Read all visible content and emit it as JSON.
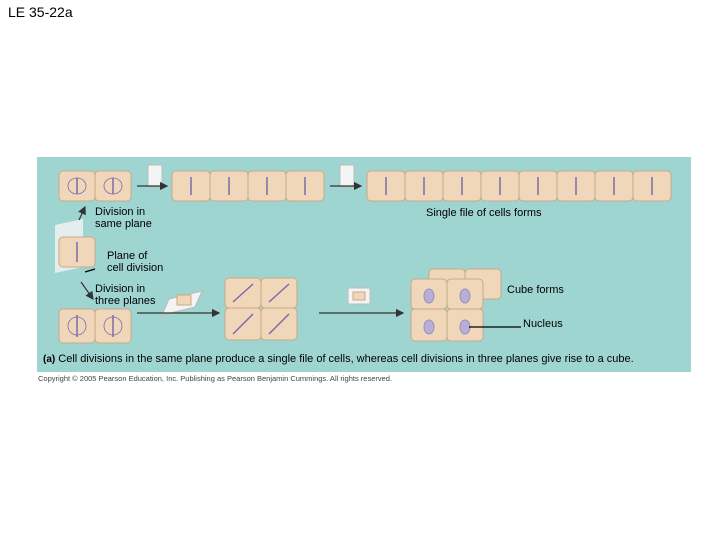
{
  "slide": {
    "title": "LE 35-22a"
  },
  "figure": {
    "labels": {
      "division_same_plane_1": "Division in",
      "division_same_plane_2": "same plane",
      "single_file": "Single file of cells forms",
      "plane_of_division_1": "Plane of",
      "plane_of_division_2": "cell division",
      "division_three_planes_1": "Division in",
      "division_three_planes_2": "three planes",
      "cube_forms": "Cube forms",
      "nucleus": "Nucleus"
    },
    "caption_part": "(a)",
    "caption": "Cell divisions in the same plane produce a single file of cells, whereas cell divisions in three planes give rise to a cube."
  },
  "copyright": "Copyright © 2005 Pearson Education, Inc. Publishing as Pearson Benjamin Cummings. All rights reserved.",
  "colors": {
    "background": "#9fd5d1",
    "cell_fill": "#f1d7ba",
    "cell_stroke": "#c9a886",
    "spindle": "#7b6aa8",
    "nucleus": "#b9afd6"
  }
}
